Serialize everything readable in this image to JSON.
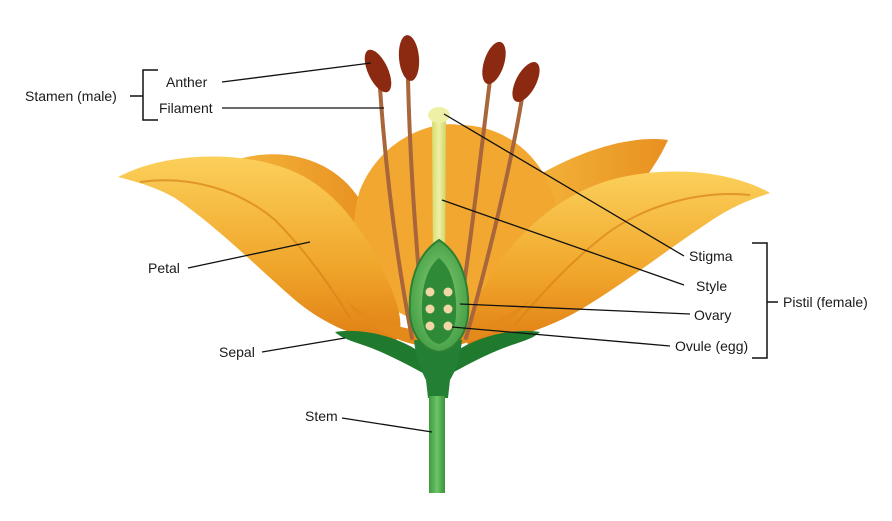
{
  "labels": {
    "stamen": "Stamen (male)",
    "anther": "Anther",
    "filament": "Filament",
    "petal": "Petal",
    "sepal": "Sepal",
    "stem": "Stem",
    "stigma": "Stigma",
    "style": "Style",
    "ovary": "Ovary",
    "ovule": "Ovule (egg)",
    "pistil": "Pistil (female)"
  },
  "colors": {
    "petal_dark": "#e8951c",
    "petal_light": "#f8c146",
    "anther": "#8b2a10",
    "filament": "#a8663a",
    "pistil": "#e2e58a",
    "green_dark": "#1f7a2e",
    "green_light": "#5fb85a",
    "ovule": "#f1d6a6"
  }
}
